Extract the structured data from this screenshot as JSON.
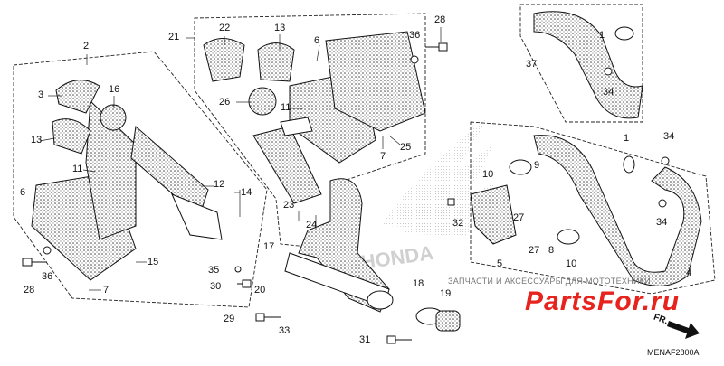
{
  "diagram": {
    "callouts": [
      "1",
      "2",
      "3",
      "4",
      "5",
      "6",
      "7",
      "8",
      "9",
      "10",
      "11",
      "12",
      "13",
      "14",
      "15",
      "16",
      "17",
      "18",
      "19",
      "20",
      "21",
      "22",
      "23",
      "24",
      "25",
      "26",
      "27",
      "28",
      "29",
      "30",
      "31",
      "32",
      "33",
      "34",
      "35",
      "36",
      "37"
    ],
    "watermark_text": "ЗАПЧАСТИ И АКСЕССУАРЫ ДЛЯ МОТОТЕХНИКИ",
    "brand_text": "PartsFor.ru",
    "diagram_code": "MENAF2800A",
    "direction_label": "FR."
  }
}
